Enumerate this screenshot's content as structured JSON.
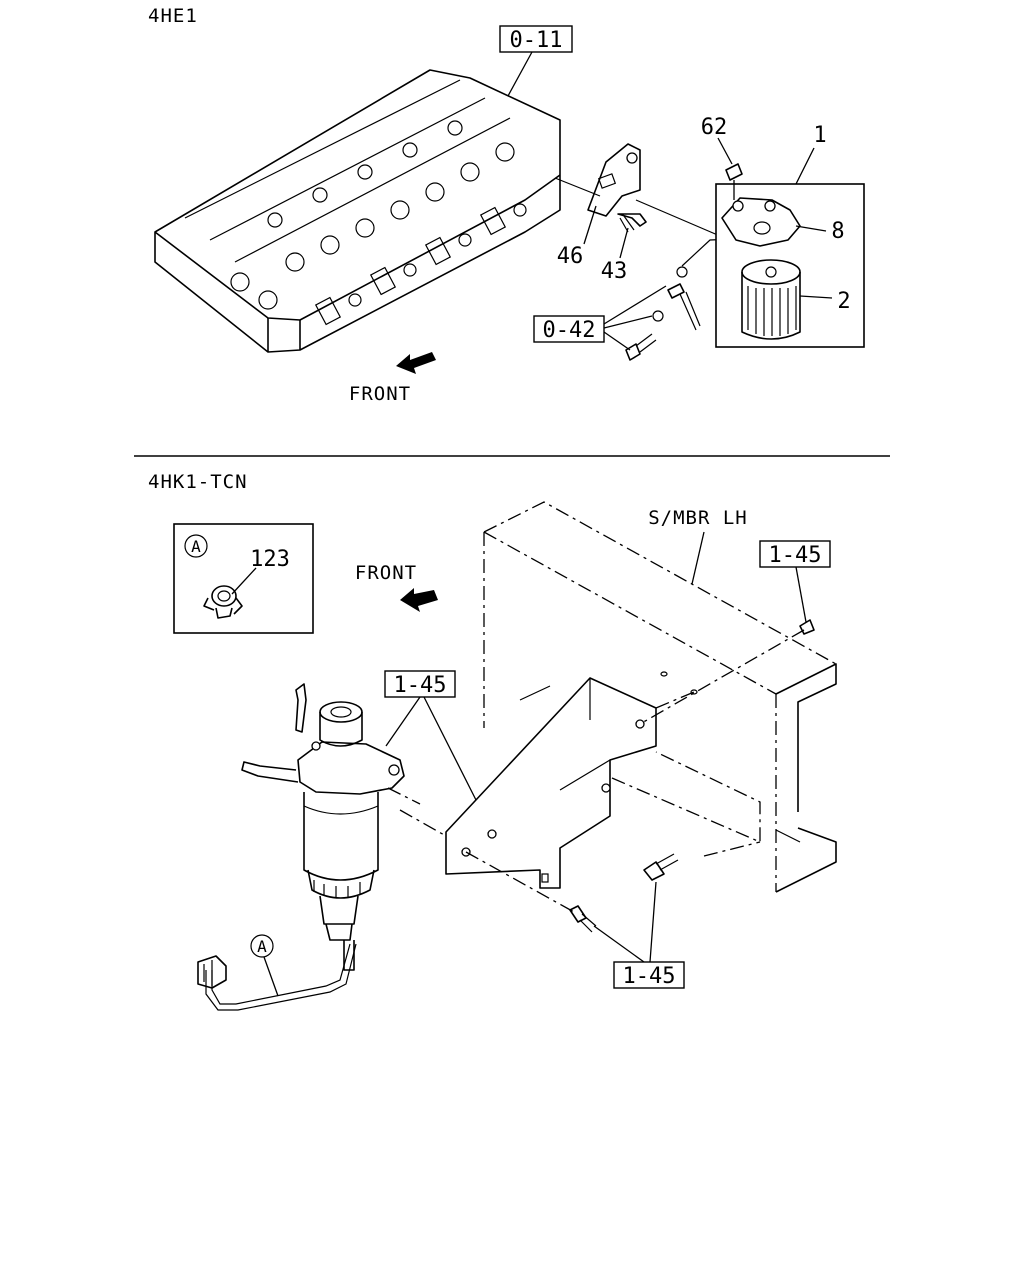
{
  "sections": [
    {
      "model": "4HE1"
    },
    {
      "model": "4HK1-TCN"
    }
  ],
  "top": {
    "front_label": "FRONT",
    "refs": {
      "head": "0-11",
      "bolts": "0-42"
    },
    "callouts": {
      "bracket": "46",
      "bolt": "43",
      "nut": "62",
      "assembly": "1",
      "head_part": "8",
      "element": "2"
    }
  },
  "bottom": {
    "front_label": "FRONT",
    "member_label": "S/MBR LH",
    "refs": {
      "member_fastener": "1-45",
      "filter_bracket": "1-45",
      "bolts": "1-45"
    },
    "detail": {
      "marker": "A",
      "callout": "123"
    },
    "harness_marker": "A"
  }
}
